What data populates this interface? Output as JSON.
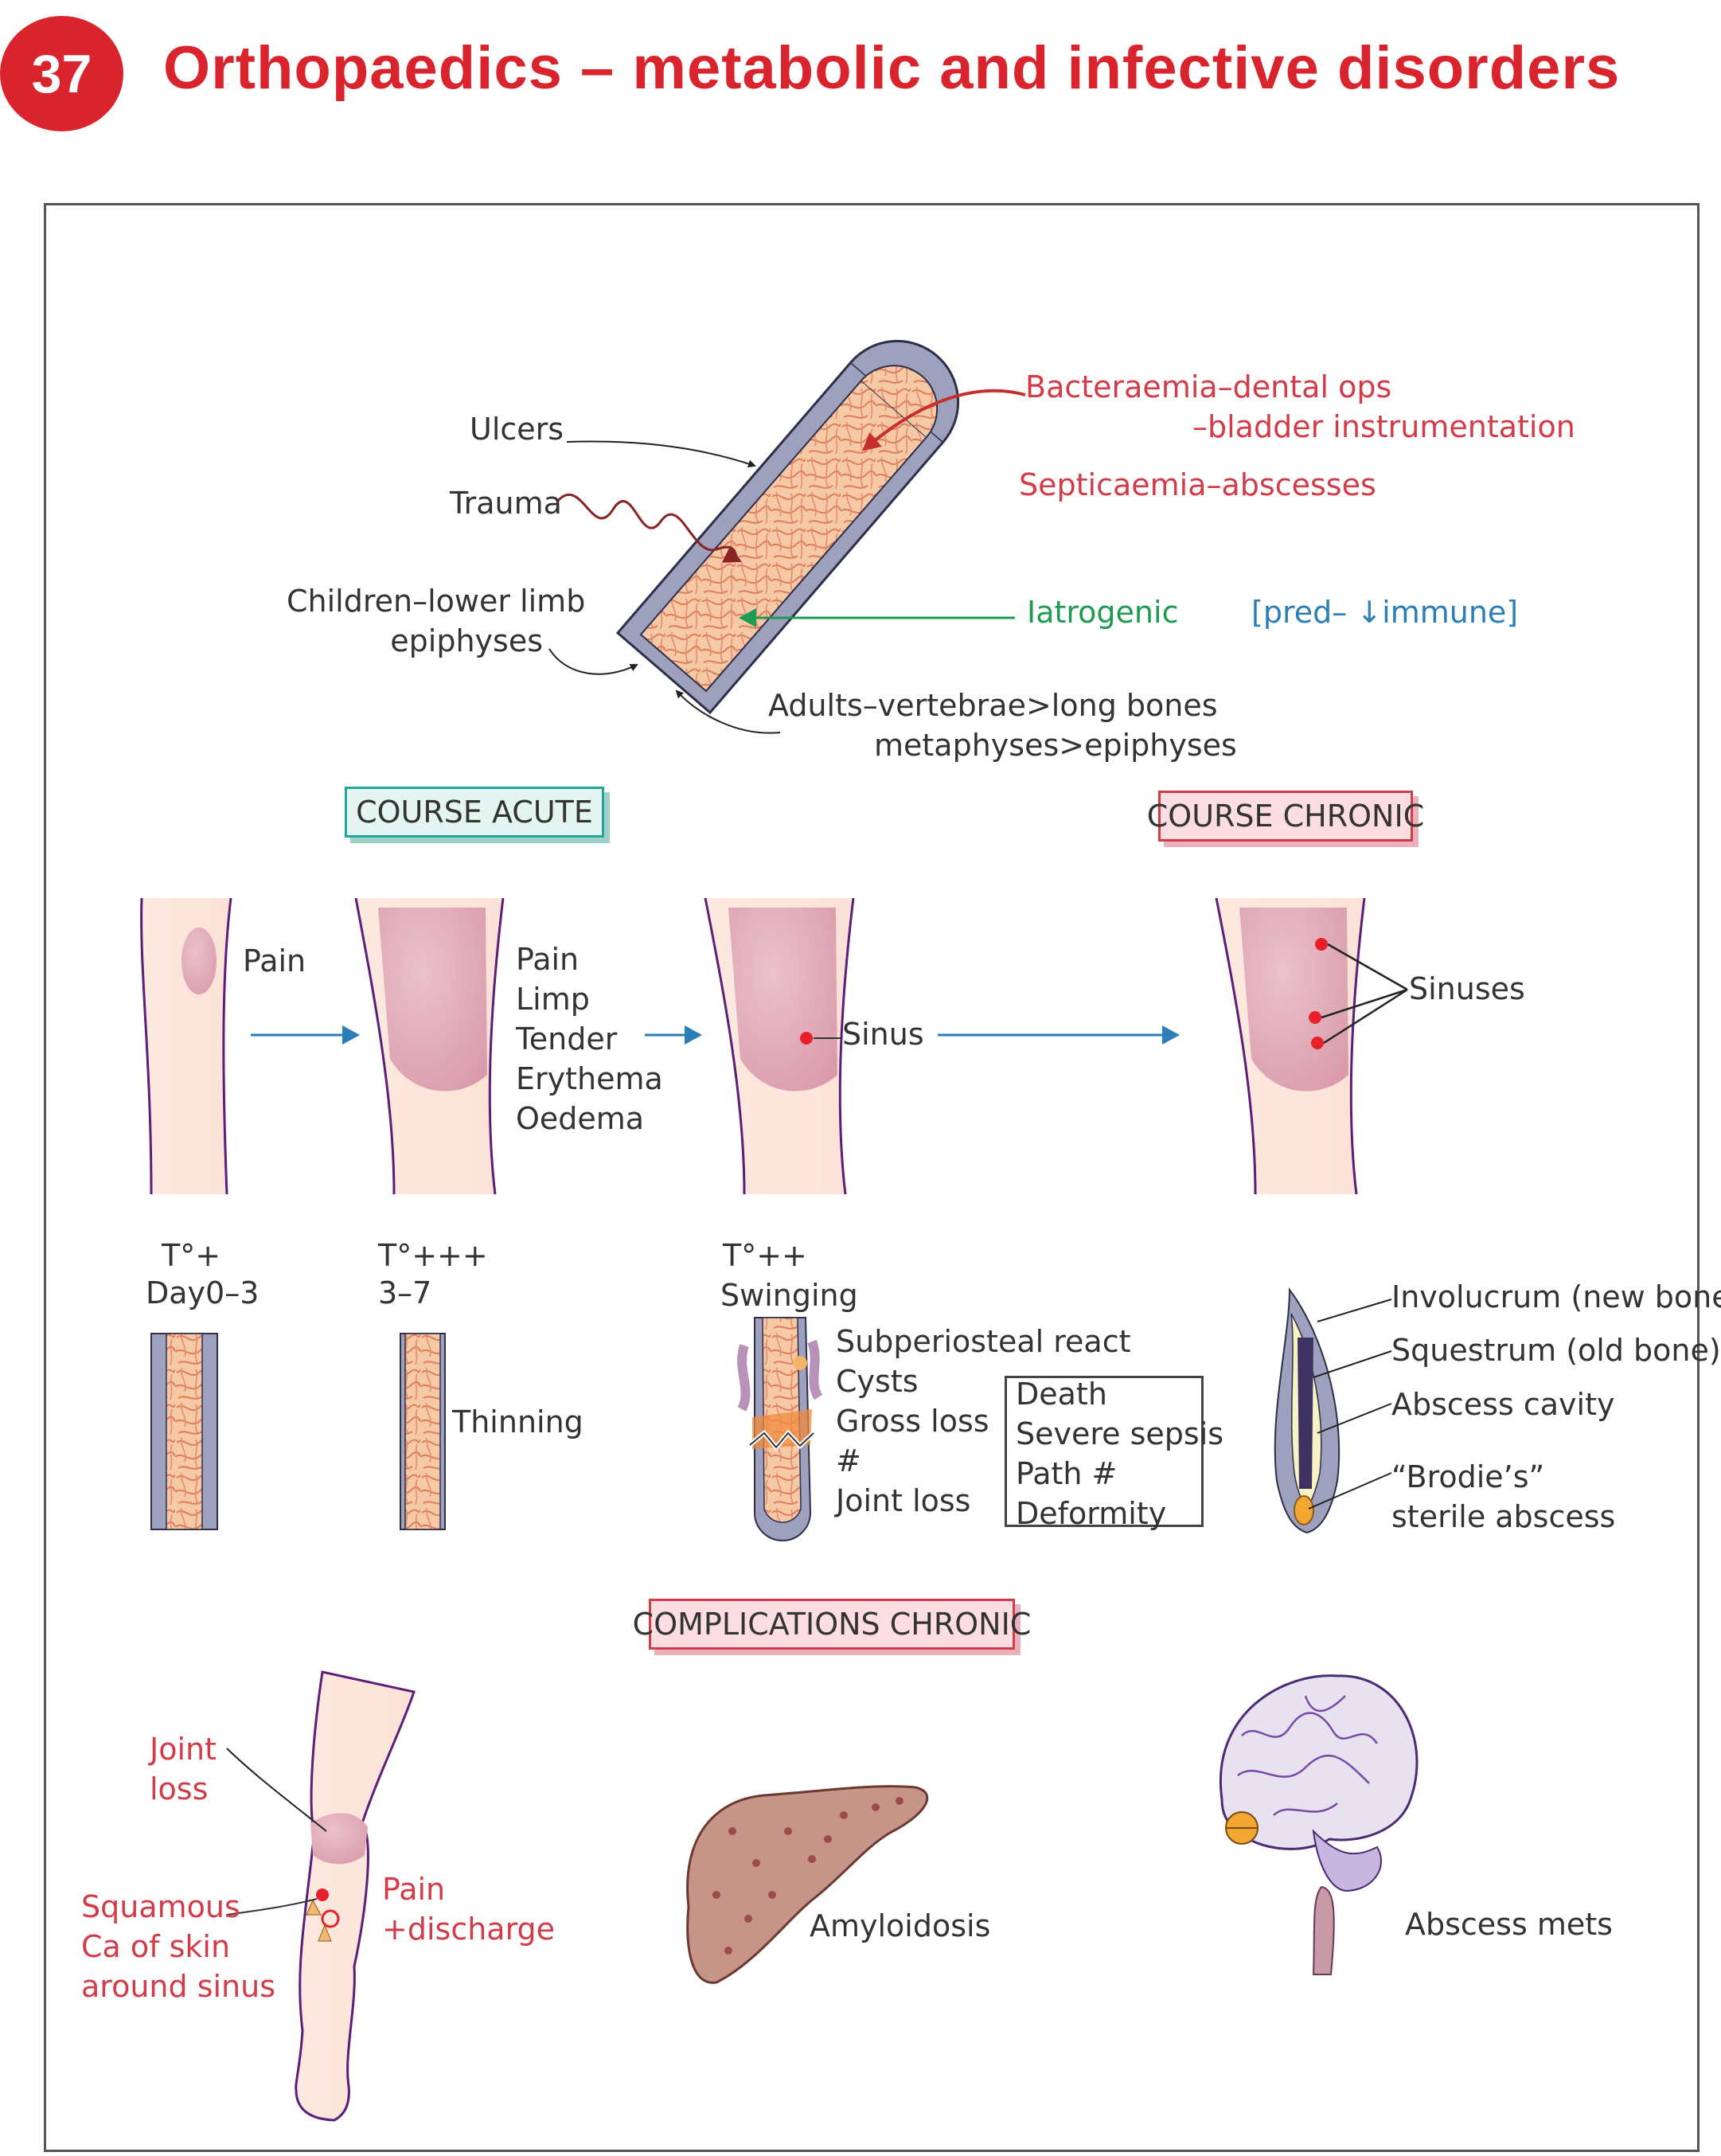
{
  "header": {
    "chapter_number": "37",
    "title": "Orthopaedics – metabolic and infective disorders"
  },
  "causes": {
    "bacteraemia": "Bacteraemia–dental ops",
    "bladder": "–bladder instrumentation",
    "septicaemia": "Septicaemia–abscesses",
    "iatrogenic": "Iatrogenic",
    "pred_immune": "[pred– ↓immune]",
    "ulcers": "Ulcers",
    "trauma": "Trauma",
    "children": "Children–lower limb\nepiphyses",
    "adults_1": "Adults–vertebrae>long bones",
    "adults_2": "metaphyses>epiphyses"
  },
  "course_boxes": {
    "acute": "COURSE ACUTE",
    "chronic": "COURSE CHRONIC",
    "complications": "COMPLICATIONS CHRONIC"
  },
  "legs": {
    "stage1": "Pain",
    "stage2": "Pain\nLimp\nTender\nErythema\nOedema",
    "stage3": "Sinus",
    "stage4": "Sinuses"
  },
  "timeline": {
    "s1_temp": "T°+",
    "s1_days": "Day0–3",
    "s2_temp": "T°+++",
    "s2_days": "3–7",
    "s3_temp": "T°++",
    "s3_days": "Swinging"
  },
  "bone_labels": {
    "thinning": "Thinning",
    "findings": "Subperiosteal react\nCysts\nGross loss\n#\nJoint loss",
    "outcome_box": "Death\nSevere sepsis\nPath #\nDeformity",
    "involucrum": "Involucrum (new bone)",
    "sequestrum": "Squestrum (old bone)",
    "abscess_cavity": "Abscess cavity",
    "brodie": "“Brodie’s”\nsterile abscess"
  },
  "complications": {
    "joint_loss": "Joint\nloss",
    "squamous": "Squamous\nCa of skin\naround sinus",
    "pain_discharge": "Pain\n+discharge",
    "amyloidosis": "Amyloidosis",
    "abscess_mets": "Abscess mets"
  }
}
